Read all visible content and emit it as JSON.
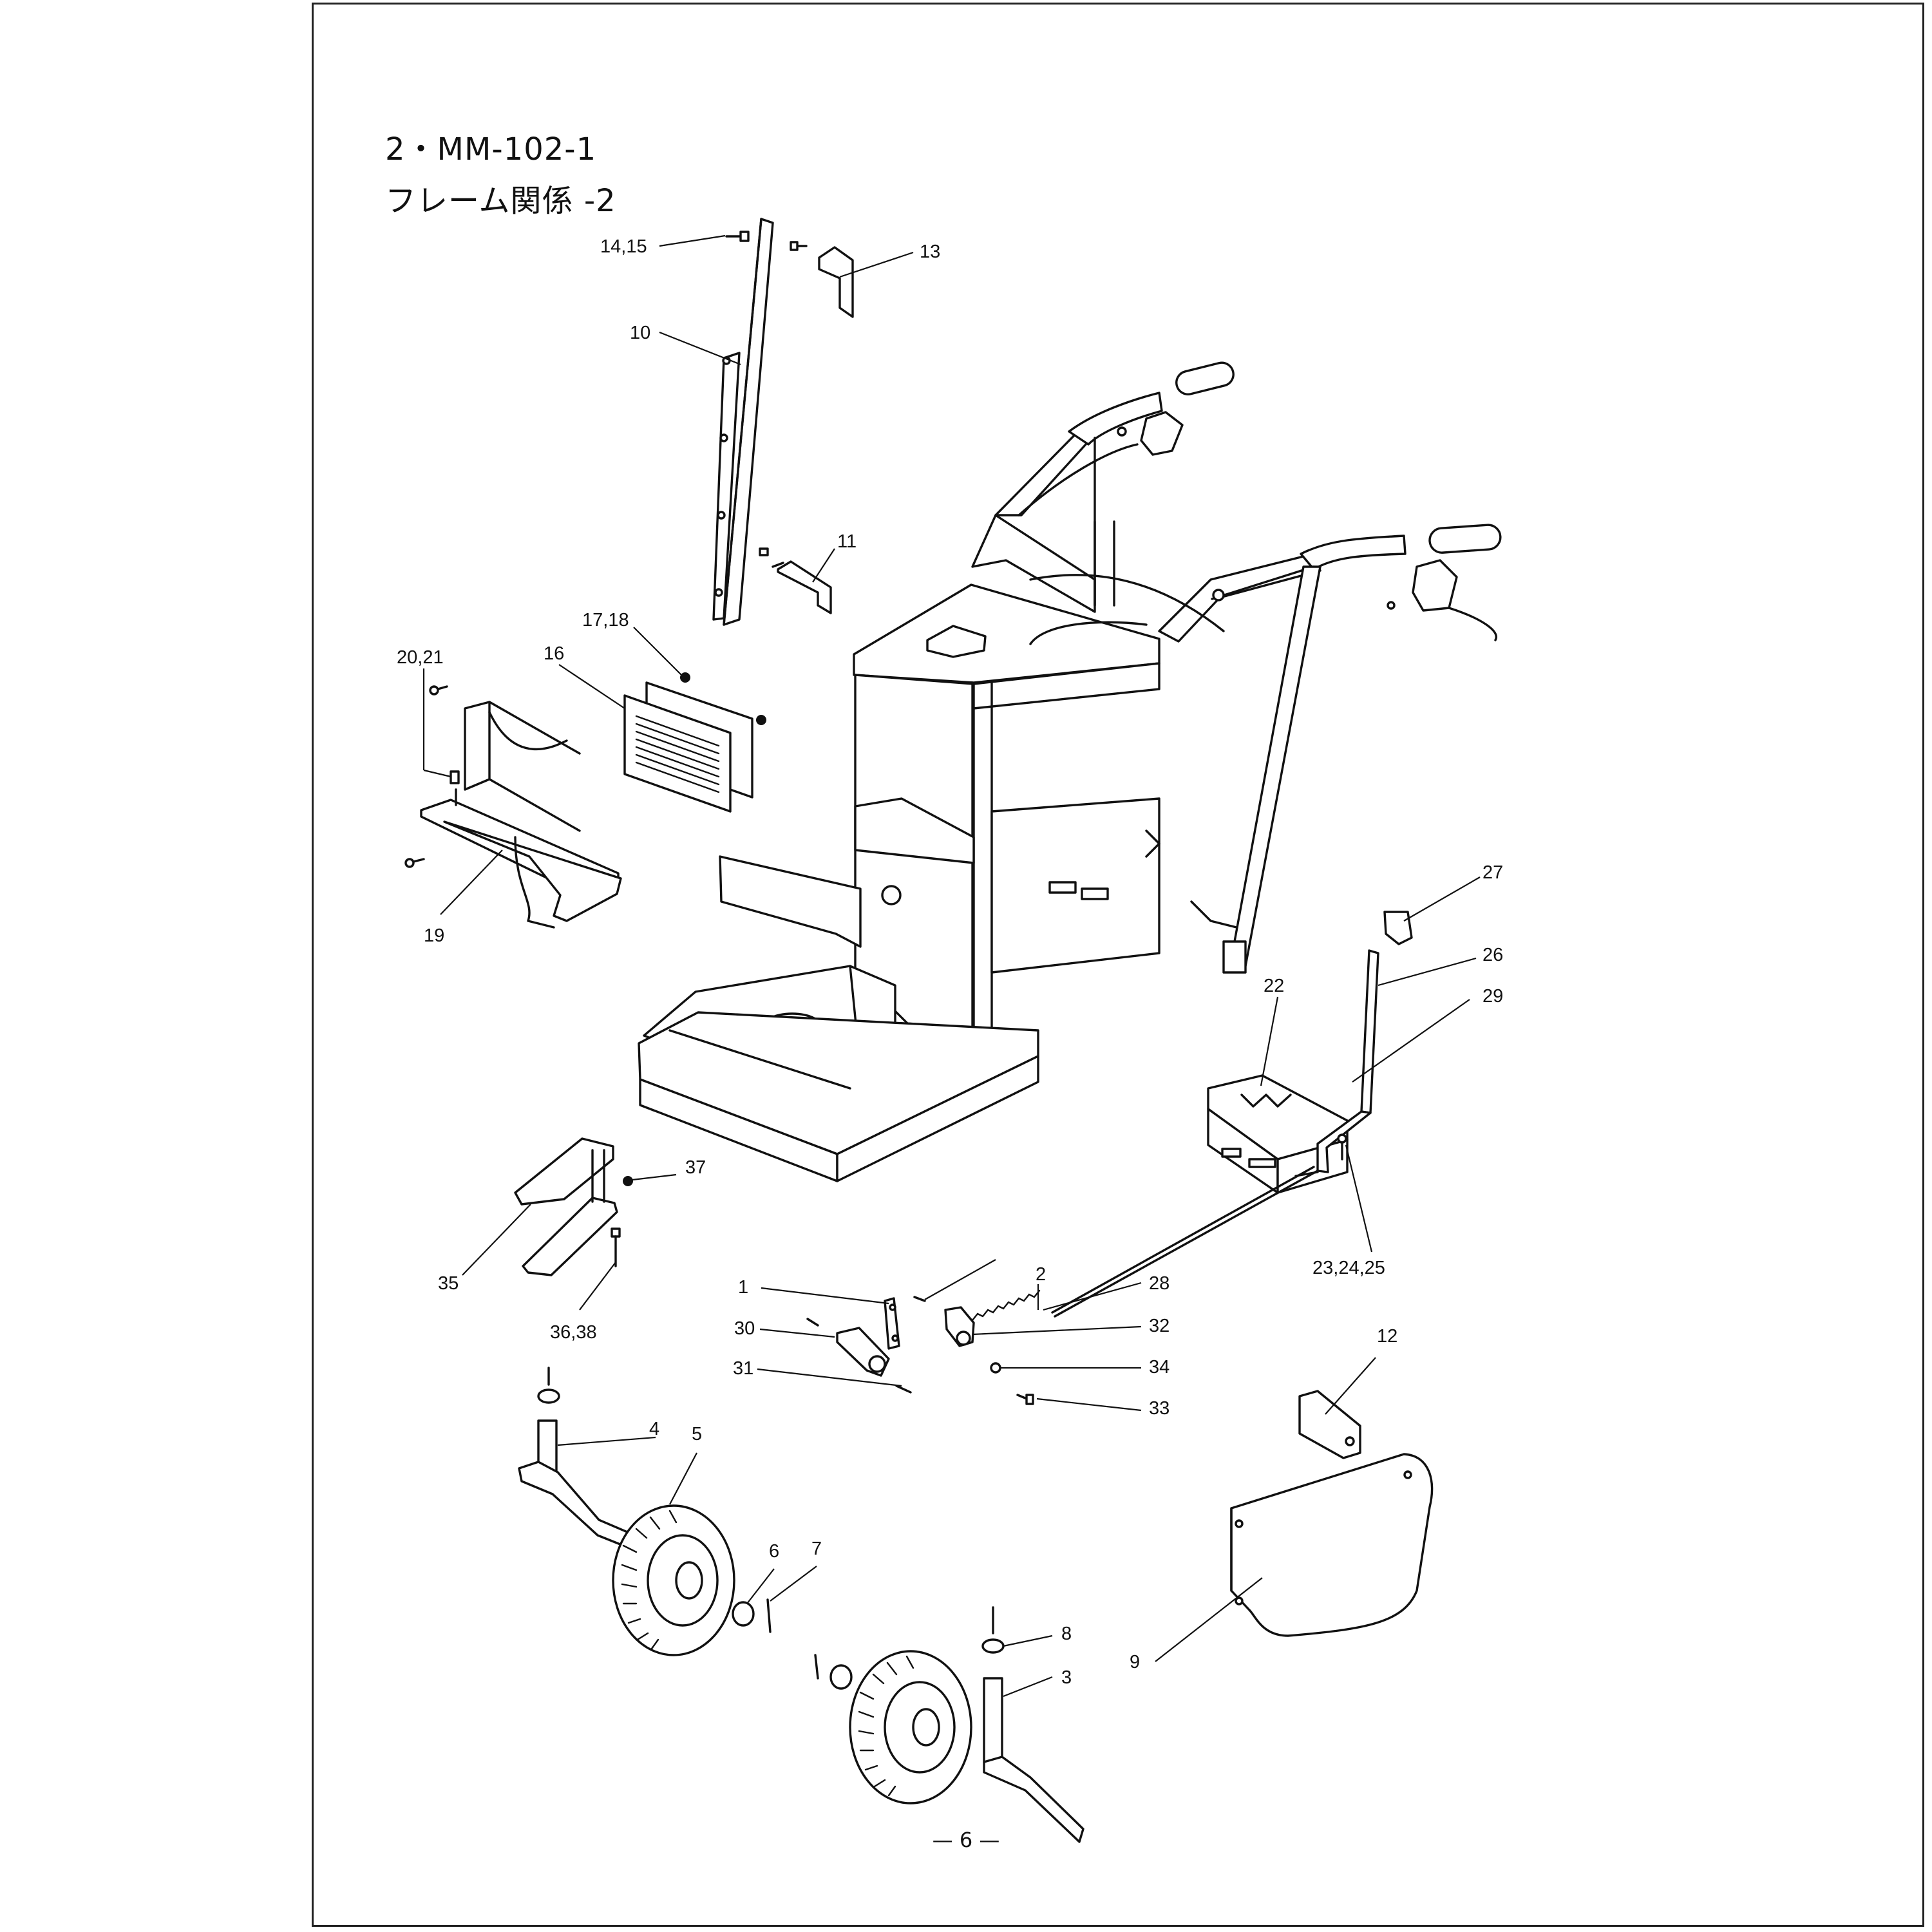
{
  "header": {
    "model": "2・MM-102-1",
    "section": "フレーム関係 -2"
  },
  "page_number": "— 6 —",
  "callouts": {
    "c1": "1",
    "c2": "2",
    "c3": "3",
    "c4": "4",
    "c5": "5",
    "c6": "6",
    "c7": "7",
    "c8": "8",
    "c9": "9",
    "c10": "10",
    "c11": "11",
    "c12": "12",
    "c13": "13",
    "c14_15": "14,15",
    "c16": "16",
    "c17_18": "17,18",
    "c19": "19",
    "c20_21": "20,21",
    "c22": "22",
    "c23_24_25": "23,24,25",
    "c26": "26",
    "c27": "27",
    "c28": "28",
    "c29": "29",
    "c30": "30",
    "c31": "31",
    "c32": "32",
    "c33": "33",
    "c34": "34",
    "c35": "35",
    "c36_38": "36,38",
    "c37": "37"
  }
}
